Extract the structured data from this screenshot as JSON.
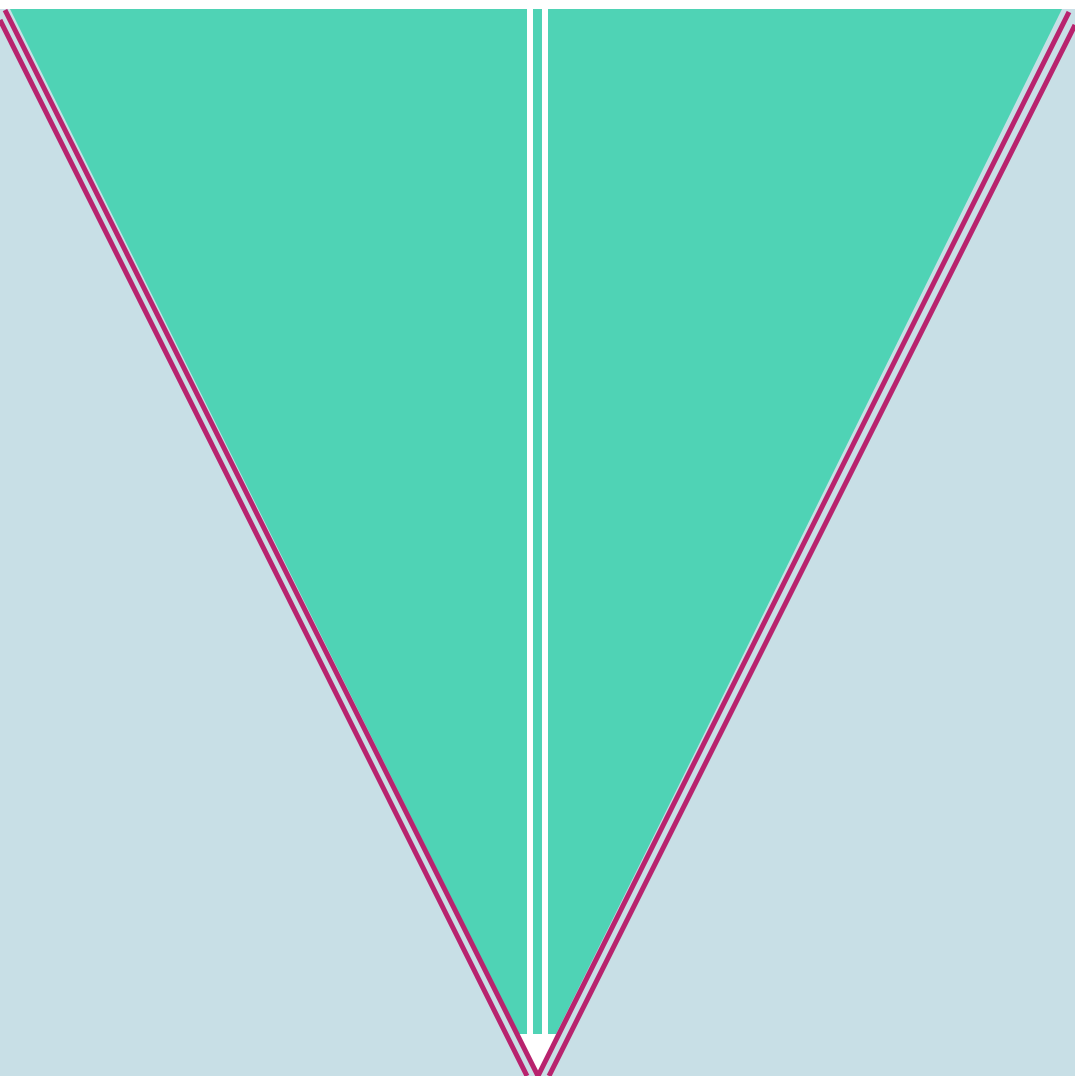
{
  "colors": {
    "background": "#ffffff",
    "panel": "#c8dfe6",
    "triangle_fill": "#4fd3b5",
    "outline_stroke": "#b8236e",
    "center_divider": "#ffffff"
  },
  "shapes": {
    "left_wedge": "triangle-half-left",
    "right_wedge": "triangle-half-right",
    "outline": "double-v-outline",
    "divider": "double-vertical-line",
    "tip": "downward-arrow-tip"
  }
}
